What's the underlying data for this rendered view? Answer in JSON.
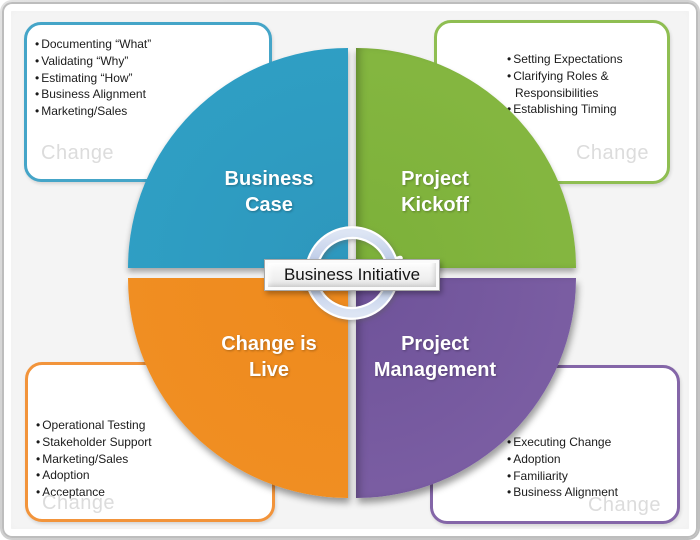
{
  "diagram": {
    "center_label": "Business Initiative",
    "quadrants": {
      "business_case": {
        "title": "Business Case",
        "color": "#2f9fc4"
      },
      "project_kickoff": {
        "title": "Project Kickoff",
        "color": "#85b741"
      },
      "change_is_live": {
        "title": "Change is Live",
        "color": "#f08e22"
      },
      "project_management": {
        "title": "Project Management",
        "color": "#7b5ea3"
      }
    },
    "callouts": {
      "business_case": {
        "watermark": "Change",
        "border_color": "#45a5c8",
        "items": [
          "Documenting “What”",
          "Validating “Why”",
          "Estimating “How”",
          "Business Alignment",
          "Marketing/Sales"
        ]
      },
      "project_kickoff": {
        "watermark": "Change",
        "border_color": "#8fbe52",
        "items": [
          "Setting Expectations",
          "Clarifying Roles & Responsibilities",
          "Establishing Timing"
        ]
      },
      "change_is_live": {
        "watermark": "Change",
        "border_color": "#f2943b",
        "items": [
          "Operational Testing",
          "Stakeholder Support",
          "Marketing/Sales",
          "Adoption",
          "Acceptance"
        ]
      },
      "project_management": {
        "watermark": "Change",
        "border_color": "#8466a8",
        "items": [
          "Executing Change",
          "Adoption",
          "Familiarity",
          "Business Alignment"
        ]
      }
    },
    "icons": {
      "cycle_arrows_color": "#b9c8e6"
    }
  }
}
